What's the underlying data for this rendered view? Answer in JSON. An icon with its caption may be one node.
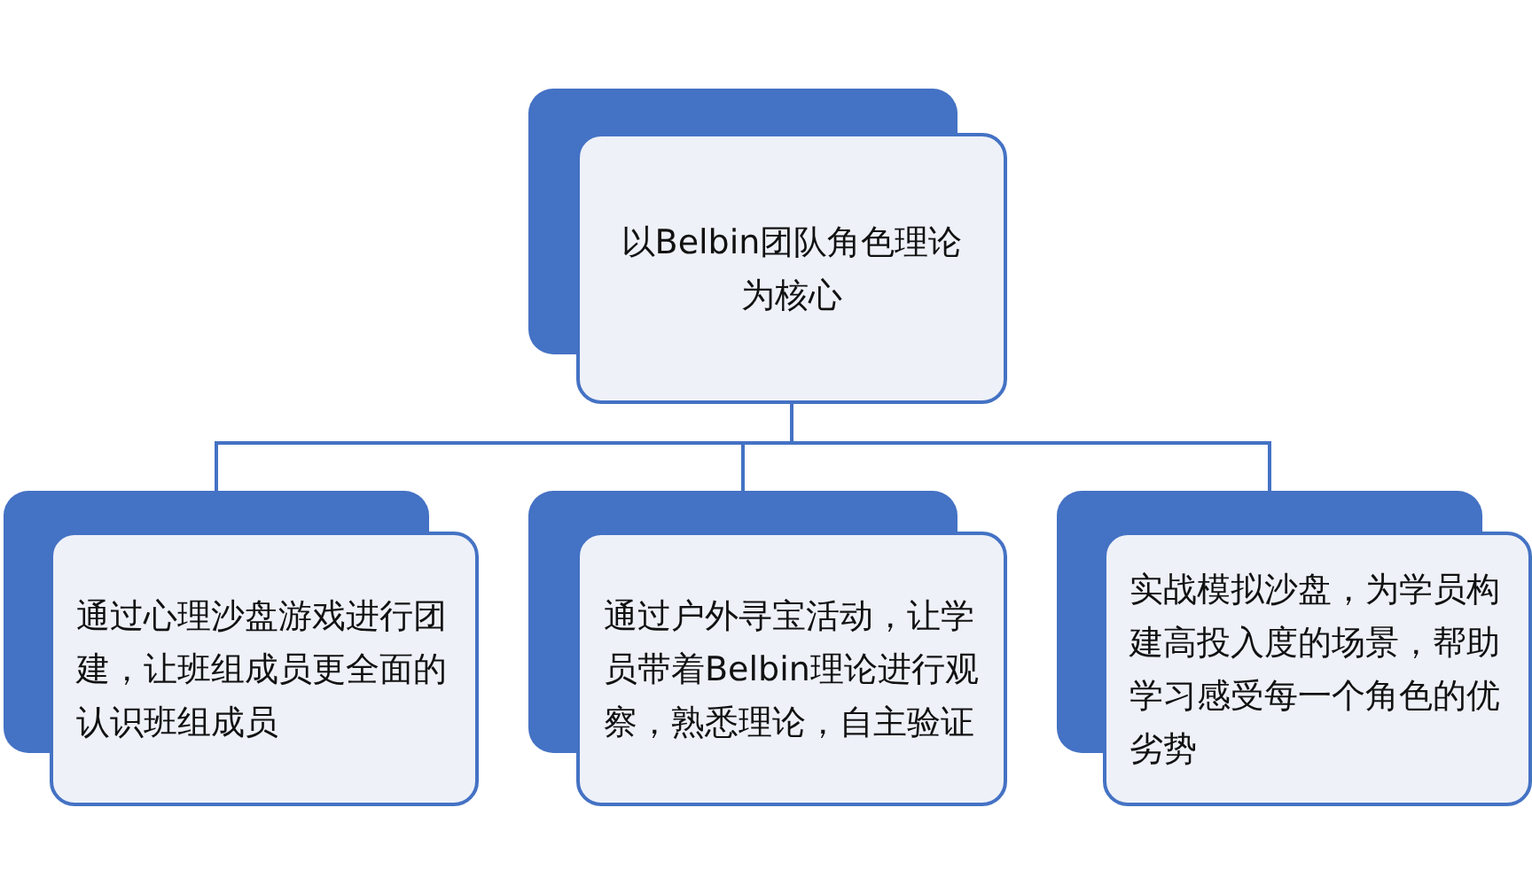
{
  "diagram": {
    "nodes": [
      {
        "text": [
          "以Belbin团队角色理论为核心"
        ]
      },
      {
        "text": [
          "通过心理沙盘游戏进行团建，让班组成员更全面的认识班组成员"
        ]
      },
      {
        "text": [
          "通过户外寻宝活动，让学员带着Belbin理论进行观察，熟悉理论，自主验证"
        ]
      },
      {
        "text": [
          "实战模拟沙盘，为学员构建高投入度的场景，帮助学习感受每一个角色的优劣势"
        ]
      }
    ],
    "edges": [
      {
        "from": 0,
        "to": 1,
        "arrow": "none"
      },
      {
        "from": 0,
        "to": 2,
        "arrow": "none"
      },
      {
        "from": 0,
        "to": 3,
        "arrow": "none"
      }
    ]
  }
}
